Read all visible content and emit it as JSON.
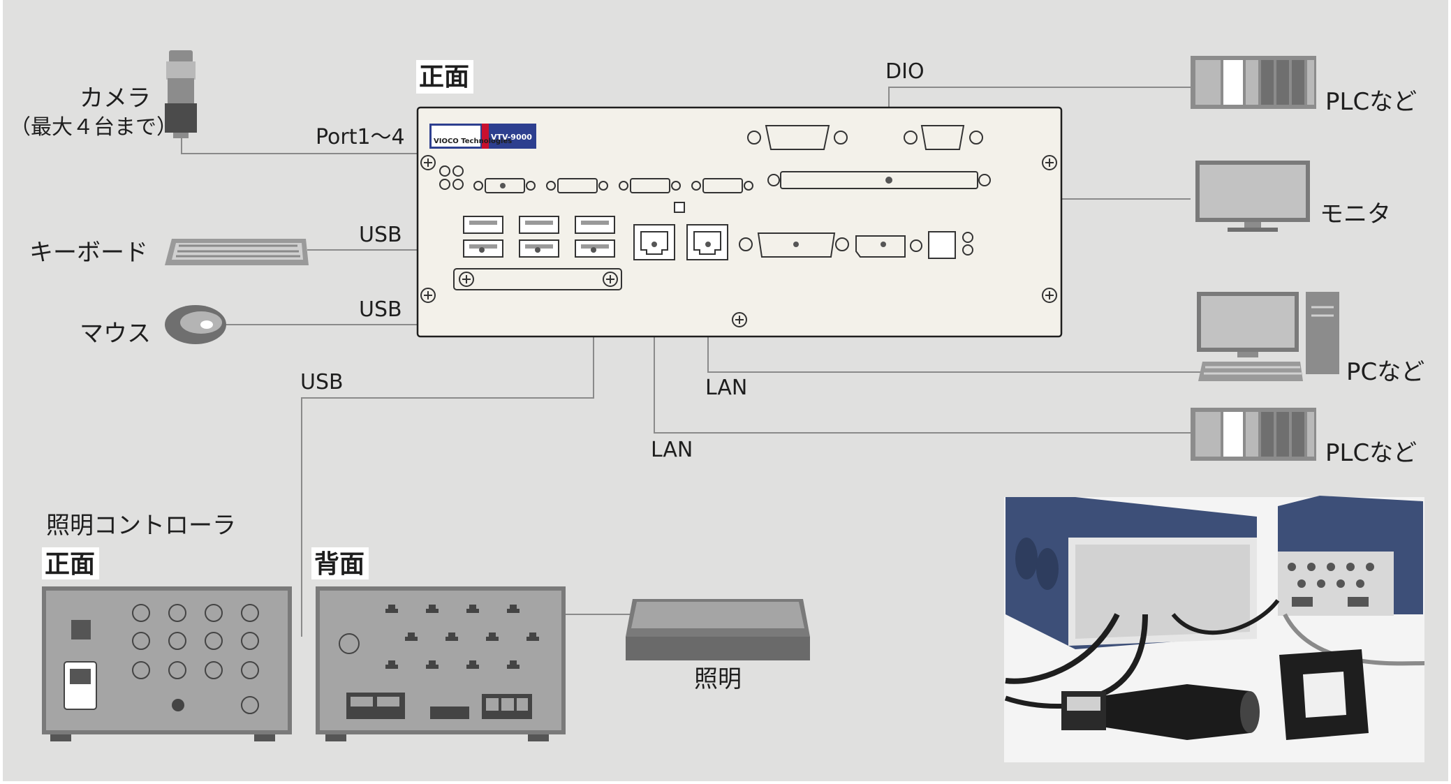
{
  "diagram": {
    "main_unit": {
      "face_title": "正面",
      "brand_logo": "VIOCO Technologies",
      "model": "VTV-9000"
    },
    "devices": {
      "camera": {
        "label": "カメラ",
        "sublabel": "（最大４台まで）"
      },
      "keyboard": {
        "label": "キーボード"
      },
      "mouse": {
        "label": "マウス"
      },
      "plc_top": {
        "label": "PLCなど"
      },
      "monitor": {
        "label": "モニタ"
      },
      "pc": {
        "label": "PCなど"
      },
      "plc_bottom": {
        "label": "PLCなど"
      },
      "light": {
        "label": "照明"
      }
    },
    "connections": {
      "camera_port": "Port1～4",
      "keyboard_usb": "USB",
      "mouse_usb": "USB",
      "controller_usb": "USB",
      "dio": "DIO",
      "pc_lan": "LAN",
      "plc_lan": "LAN"
    },
    "light_controller": {
      "title": "照明コントローラ",
      "front_title": "正面",
      "back_title": "背面"
    }
  },
  "colors": {
    "background": "#e0e0df",
    "panel": "#f3f1ea",
    "wire": "#8a8a8a",
    "device_gray": "#8c8c8c",
    "logo_blue": "#2d3f8f",
    "logo_red": "#c8102e"
  }
}
